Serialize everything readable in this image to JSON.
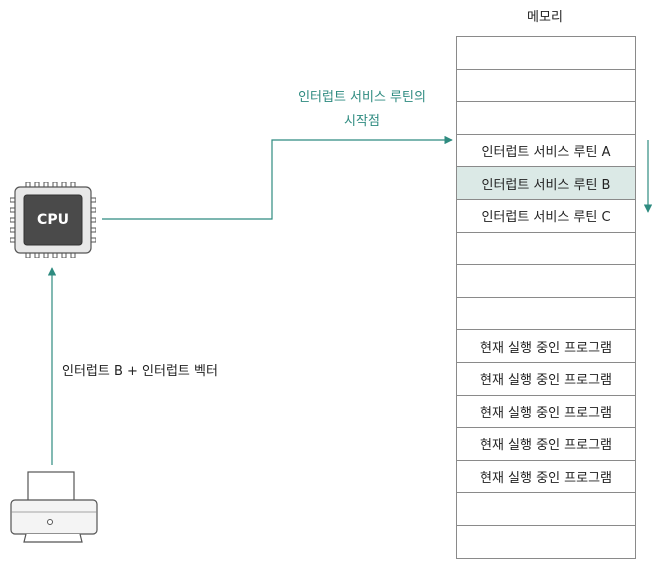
{
  "memory": {
    "title": "메모리",
    "cells": [
      {
        "label": "",
        "highlight": false
      },
      {
        "label": "",
        "highlight": false
      },
      {
        "label": "",
        "highlight": false
      },
      {
        "label": "인터럽트 서비스 루틴 A",
        "highlight": false
      },
      {
        "label": "인터럽트 서비스 루틴 B",
        "highlight": true
      },
      {
        "label": "인터럽트 서비스 루틴 C",
        "highlight": false
      },
      {
        "label": "",
        "highlight": false
      },
      {
        "label": "",
        "highlight": false
      },
      {
        "label": "",
        "highlight": false
      },
      {
        "label": "현재 실행 중인 프로그램",
        "highlight": false
      },
      {
        "label": "현재 실행 중인 프로그램",
        "highlight": false
      },
      {
        "label": "현재 실행 중인 프로그램",
        "highlight": false
      },
      {
        "label": "현재 실행 중인 프로그램",
        "highlight": false
      },
      {
        "label": "현재 실행 중인 프로그램",
        "highlight": false
      },
      {
        "label": "",
        "highlight": false
      },
      {
        "label": "",
        "highlight": false
      }
    ]
  },
  "cpu": {
    "label": "CPU"
  },
  "arrow_label": {
    "line1": "인터럽트 서비스 루틴의",
    "line2": "시작점"
  },
  "interrupt_label": "인터럽트 B + 인터럽트 벡터",
  "colors": {
    "accent": "#2e8b80",
    "highlight": "#dbe9e6",
    "chip": "#4a4a4a"
  },
  "icons": [
    "cpu-chip-icon",
    "printer-icon"
  ]
}
